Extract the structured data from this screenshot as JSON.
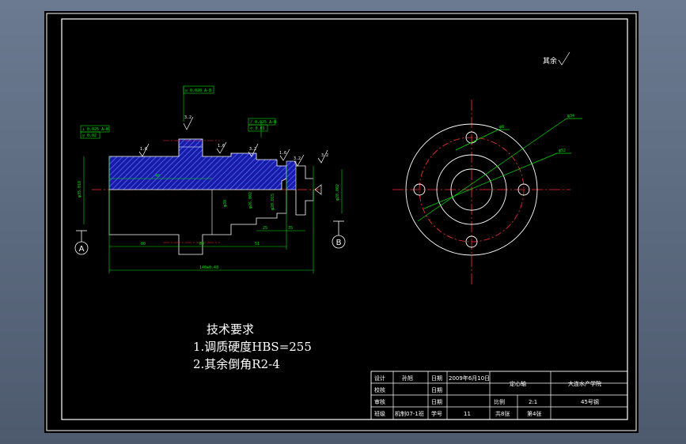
{
  "drawing": {
    "rough_symbol": "其余",
    "front_labels": {
      "section_a": "A",
      "section_b": "B"
    },
    "dims": {
      "d1": "1.6",
      "d2": "3.2",
      "d3": "1.6",
      "d4": "3.2",
      "d5": "1.6",
      "d6": "3.2",
      "d7": "3.2",
      "len1": "40",
      "len2": "80",
      "len3": "80",
      "len4": "51",
      "len5": "25",
      "len6": "35",
      "total": "140±0.48"
    }
  },
  "tech_requirements": {
    "title": "技术要求",
    "items": [
      "1.调质硬度HBS=255",
      "2.其余倒角R2-4"
    ]
  },
  "title_block": {
    "r1c1": "设计",
    "r1c2": "孙旭",
    "r1c3": "日期",
    "r1c4": "2009年6月10日",
    "part": "定心轴",
    "school": "大连水产学院",
    "r2c1": "校核",
    "r2c3": "日期",
    "scale_label": "比例",
    "scale": "2:1",
    "material": "45号钢",
    "r3c1": "审核",
    "r3c3": "日期",
    "r4c1": "班级",
    "r4c2": "机制07-1班",
    "r4c3": "学号",
    "r4c4": "11",
    "sheets_total": "共8张",
    "sheet_no": "第4张"
  }
}
